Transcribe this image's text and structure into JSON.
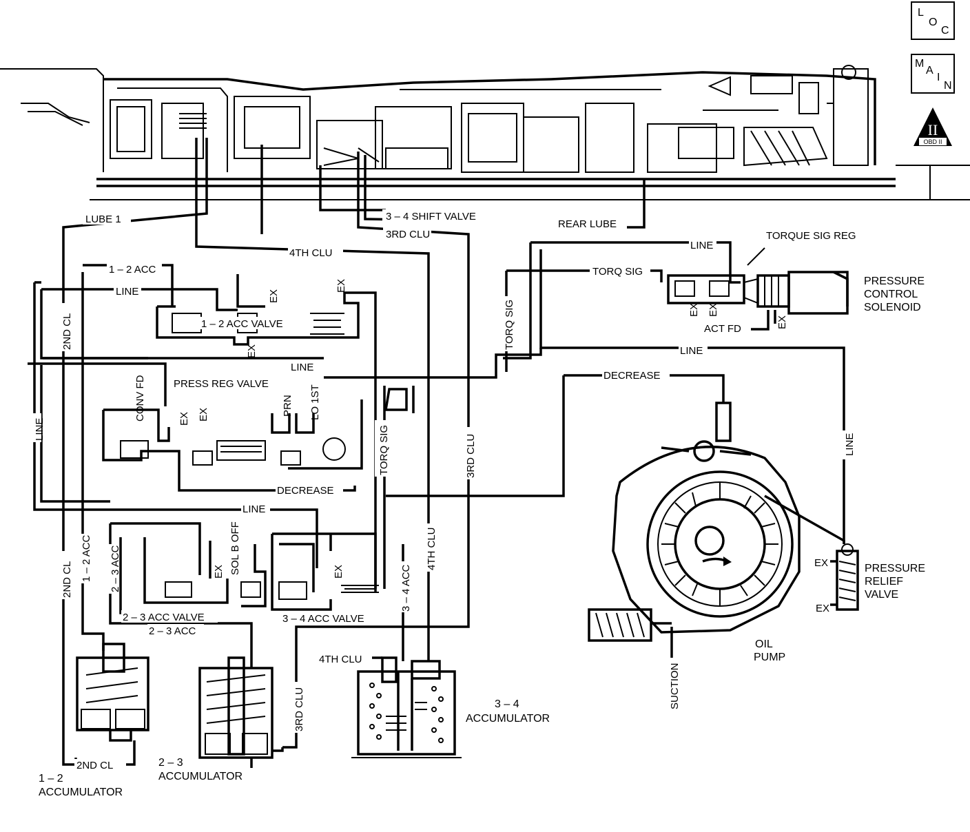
{
  "nav": {
    "loc": [
      "L",
      "O",
      "C"
    ],
    "main": [
      "M",
      "A",
      "I",
      "N"
    ],
    "obd_badge": "OBD II",
    "obd_glyph": "II"
  },
  "labels": {
    "lube1": "LUBE 1",
    "shift34": "3 – 4 SHIFT VALVE",
    "rear_lube": "REAR LUBE",
    "clu3_top": "3RD CLU",
    "clu4_top": "4TH CLU",
    "acc12_top": "1 – 2 ACC",
    "line_a": "LINE",
    "line_b": "LINE",
    "line_c": "LINE",
    "line_d": "LINE",
    "line_left": "LINE",
    "line_right": "LINE",
    "line_bottom": "LINE",
    "ex_1": "EX",
    "ex_2": "EX",
    "ex_3": "EX",
    "acc12_valve": "1 – 2 ACC VALVE",
    "cl2_upper": "2ND CL",
    "torq_sig_vert": "TORQ SIG",
    "torq_sig_horiz": "TORQ SIG",
    "torque_sig_reg": "TORQUE SIG REG",
    "pcs": [
      "PRESSURE",
      "CONTROL",
      "SOLENOID"
    ],
    "act_fd": "ACT FD",
    "ex_p1": "EX",
    "ex_p2": "EX",
    "ex_p3": "EX",
    "decrease_top": "DECREASE",
    "press_reg_valve": "PRESS REG VALVE",
    "conv_fd": "CONV FD",
    "ex_pr1": "EX",
    "ex_pr2": "EX",
    "prn": "PRN",
    "lo1st": "LO 1ST",
    "torq_sig_mid": "TORQ SIG",
    "clu3_mid": "3RD CLU",
    "decrease_mid": "DECREASE",
    "cl2_lower": "2ND CL",
    "acc12_lower": "1 – 2 ACC",
    "acc23_vert": "2 – 3 ACC",
    "sol_b_off": "SOL B OFF",
    "ex_sb": "EX",
    "ex_34": "EX",
    "acc34_vert": "3 – 4 ACC",
    "clu4_vert": "4TH CLU",
    "acc23_valve": "2 – 3 ACC VALVE",
    "acc34_valve": "3 – 4 ACC VALVE",
    "acc23_horiz": "2 – 3 ACC",
    "clu4_bottom": "4TH CLU",
    "clu3_bottom": "3RD CLU",
    "acc34_name": [
      "3 – 4",
      "ACCUMULATOR"
    ],
    "cl2_bottom": "2ND CL",
    "acc12_name": [
      "1 – 2",
      "ACCUMULATOR"
    ],
    "acc23_name": [
      "2 – 3",
      "ACCUMULATOR"
    ],
    "suction": "SUCTION",
    "oil_pump": [
      "OIL",
      "PUMP"
    ],
    "ex_rv1": "EX",
    "ex_rv2": "EX",
    "relief": [
      "PRESSURE",
      "RELIEF",
      "VALVE"
    ]
  }
}
